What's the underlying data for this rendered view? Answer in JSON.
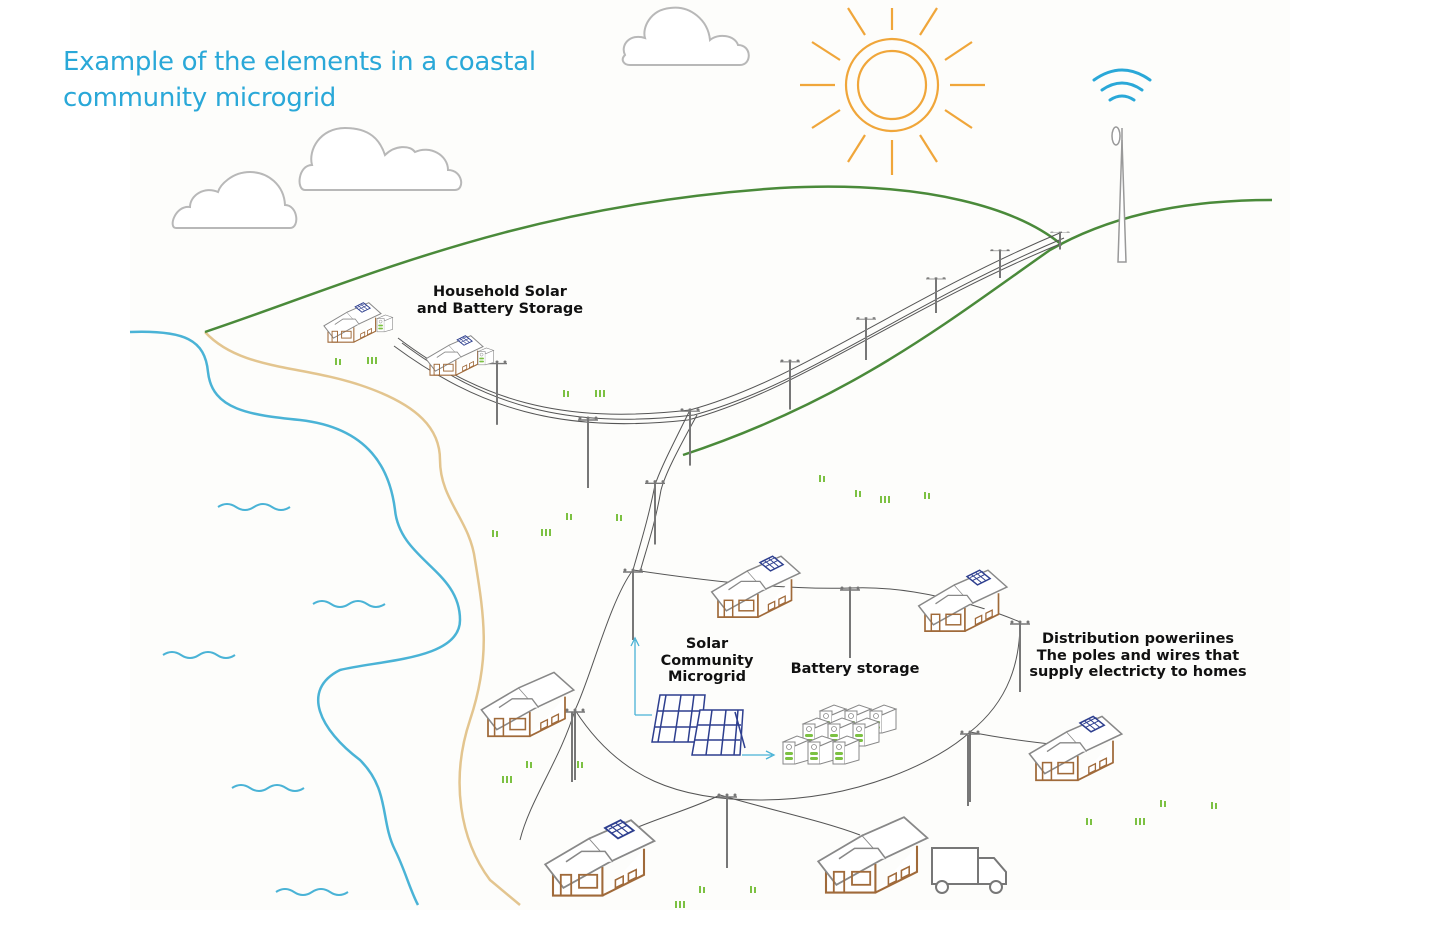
{
  "title": {
    "line1": "Example of the elements in a coastal",
    "line2": "community microgrid"
  },
  "labels": {
    "household": [
      "Household Solar",
      "and Battery Storage"
    ],
    "community": [
      "Solar",
      "Community",
      "Microgrid"
    ],
    "battery": "Battery storage",
    "distribution": [
      "Distribution poweriines",
      "The poles and wires that",
      "supply electricty to homes"
    ]
  },
  "colors": {
    "title": "#2aa8d8",
    "hill": "#4a8a3a",
    "water": "#4ab3d6",
    "sand": "#e3c58f",
    "sun": "#f0a63a",
    "cloud": "#b8b8b8",
    "house": "#a06a3a",
    "panel": "#2e3f8f",
    "battery": "#7cc142",
    "grass": "#7cc142",
    "wire": "#555555",
    "wifi": "#2aa8d8"
  },
  "icons": [
    "sun-icon",
    "cloud-icon",
    "wind-turbine-icon",
    "wifi-icon",
    "house-icon",
    "solar-panel-icon",
    "battery-icon",
    "truck-icon",
    "power-pole-icon"
  ]
}
